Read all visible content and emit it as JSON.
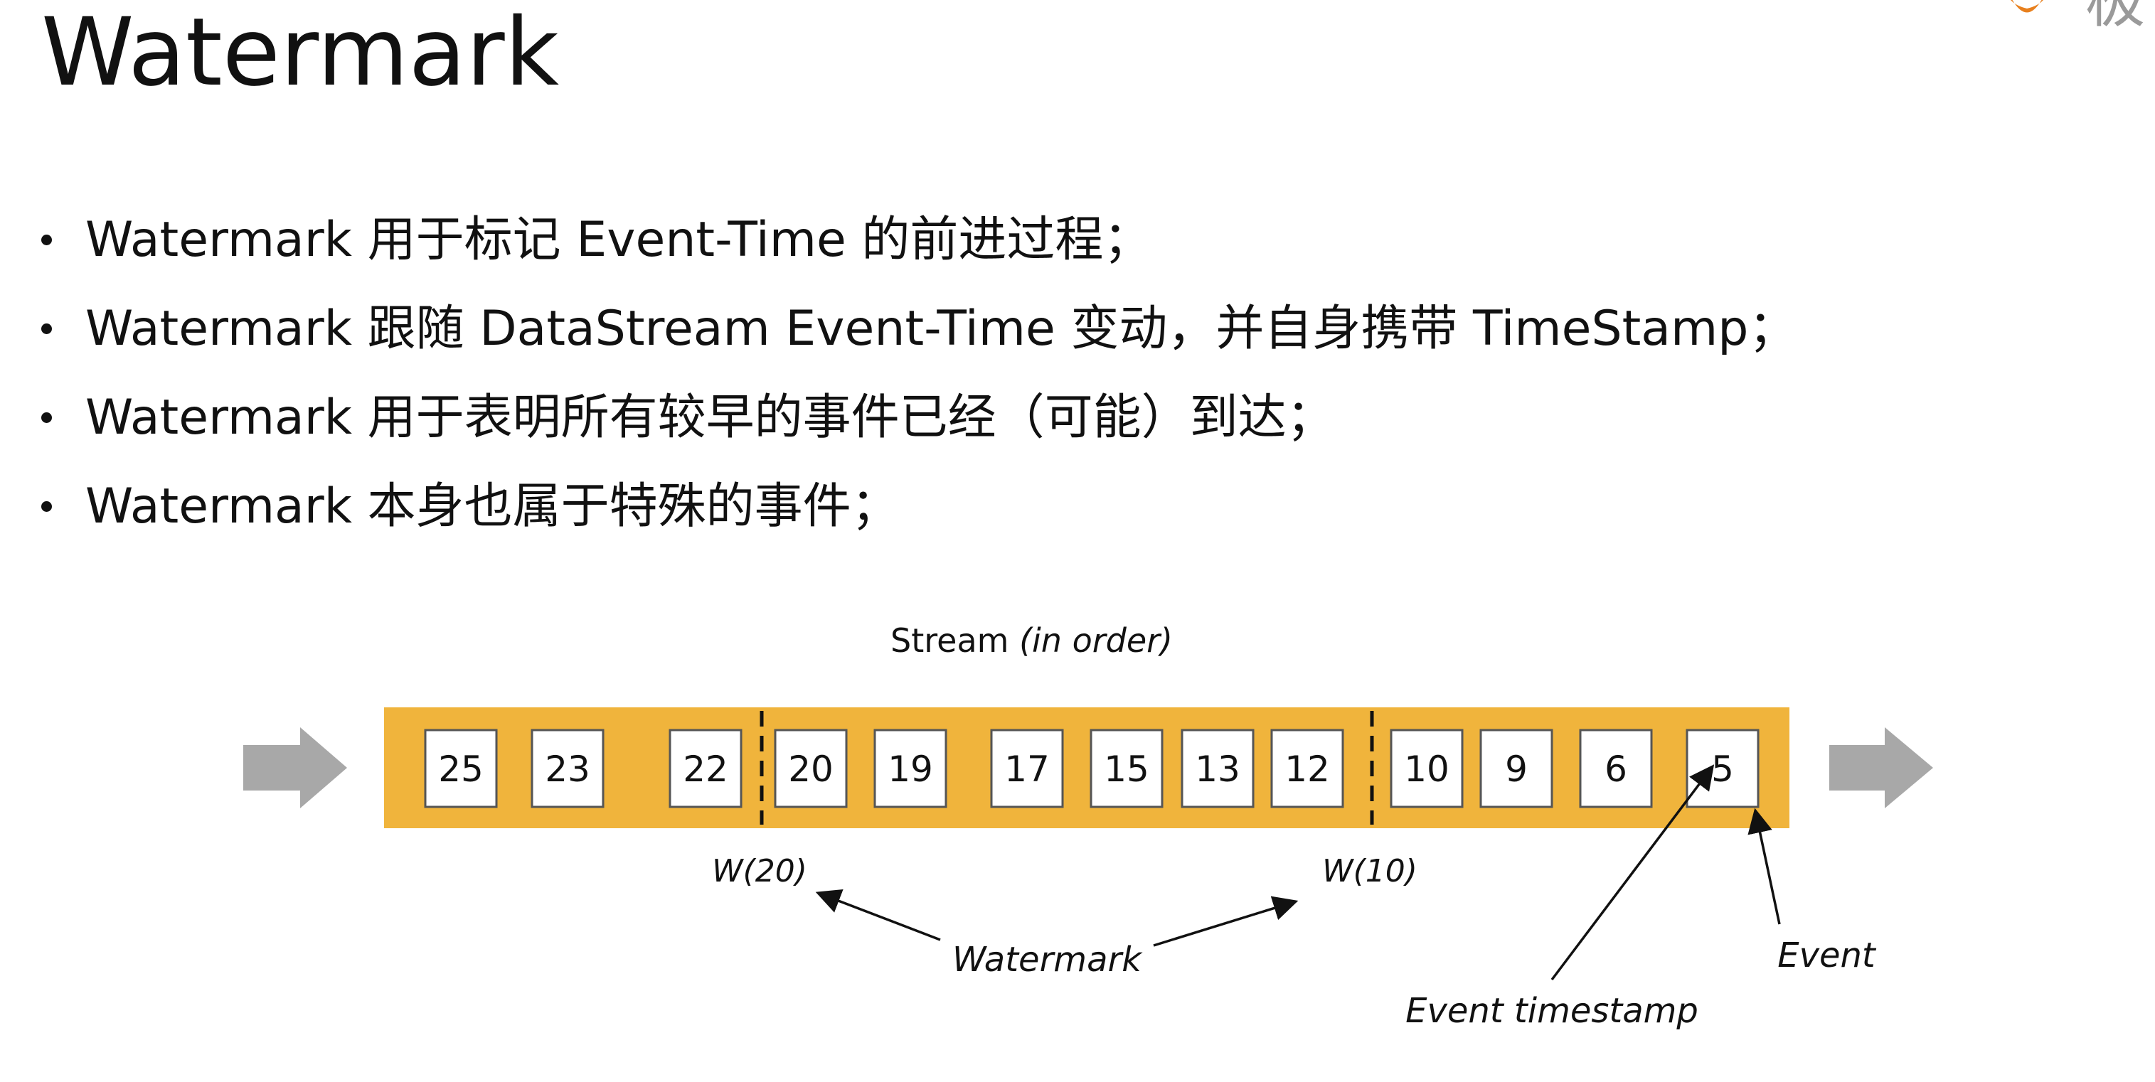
{
  "title": "Watermark",
  "bullets": [
    "Watermark 用于标记 Event-Time 的前进过程；",
    "Watermark 跟随 DataStream Event-Time 变动，并自身携带 TimeStamp；",
    "Watermark 用于表明所有较早的事件已经（可能）到达；",
    "Watermark 本身也属于特殊的事件；"
  ],
  "logo": {
    "text": "极"
  },
  "diagram": {
    "stream_label": "Stream",
    "stream_label_note": "(in order)",
    "events": [
      "25",
      "23",
      "22",
      "20",
      "19",
      "17",
      "15",
      "13",
      "12",
      "10",
      "9",
      "6",
      "5"
    ],
    "watermark_labels": [
      "W(20)",
      "W(10)"
    ],
    "watermark_caption": "Watermark",
    "event_caption": "Event",
    "event_timestamp_caption": "Event timestamp"
  },
  "colors": {
    "stream_fill": "#f0b43c",
    "arrow_gray": "#a8a8a8",
    "logo_orange": "#e8801e",
    "logo_gray": "#9a9a9a"
  }
}
